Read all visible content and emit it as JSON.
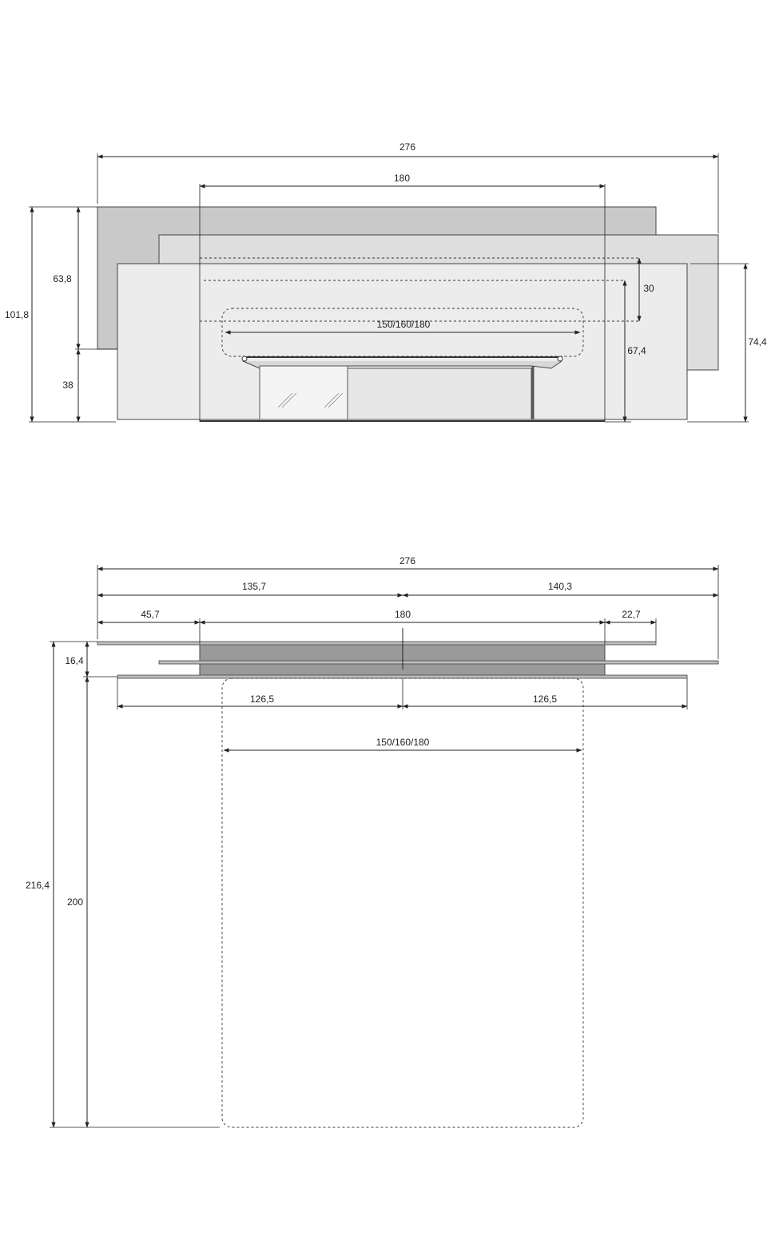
{
  "front_view": {
    "total_width": "276",
    "headboard_width": "180",
    "total_height": "101,8",
    "upper_height": "63,8",
    "lower_height": "38",
    "mattress_width": "150/160/180",
    "recess_height": "30",
    "bed_height": "67,4",
    "right_height": "74,4"
  },
  "top_view": {
    "total_width": "276",
    "left_width": "135,7",
    "right_width": "140,3",
    "left_wing": "45,7",
    "center_width": "180",
    "right_wing": "22,7",
    "depth_panels": "16,4",
    "left_half": "126,5",
    "right_half": "126,5",
    "mattress_width": "150/160/180",
    "total_depth": "216,4",
    "bed_length": "200"
  },
  "colors": {
    "panel_back": "#c9c9c9",
    "panel_mid": "#dedede",
    "panel_front": "#ececec",
    "base": "#e7e7e7",
    "top_core": "#9a9a9a"
  }
}
